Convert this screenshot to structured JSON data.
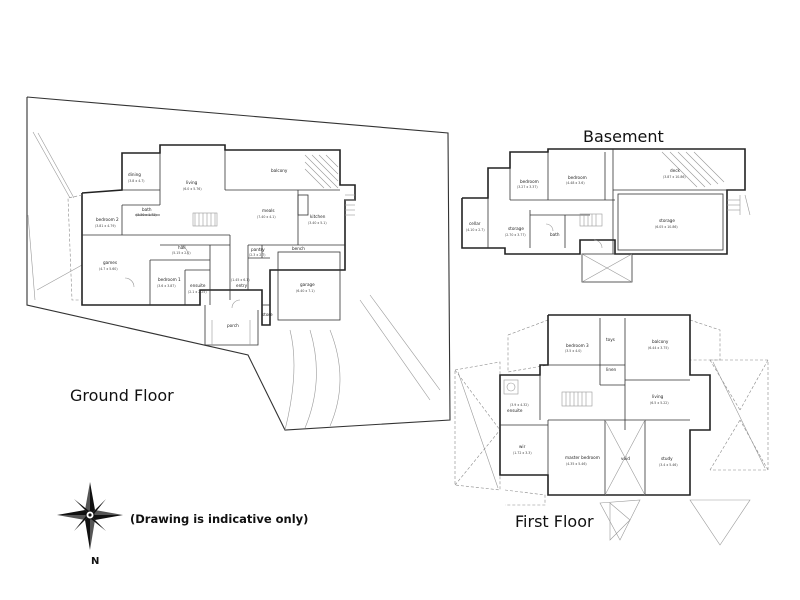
{
  "labels": {
    "basement": "Basement",
    "ground_floor": "Ground Floor",
    "first_floor": "First Floor",
    "disclaimer": "(Drawing is indicative only)",
    "north": "N"
  },
  "ground": {
    "dining": {
      "name": "dining",
      "dim": "(3.8 x 4.7)"
    },
    "living": {
      "name": "living",
      "dim": "(6.0 x 5.76)"
    },
    "balcony": {
      "name": "balcony",
      "dim": ""
    },
    "meals": {
      "name": "meals",
      "dim": "(7.40 x 4.1)"
    },
    "kitchen": {
      "name": "kitchen",
      "dim": "(3.40 x 5.1)"
    },
    "bedroom2": {
      "name": "bedroom 2",
      "dim": "(3.81 x 4.79)"
    },
    "bath": {
      "name": "bath",
      "dim": "(3.30 x 1.72)"
    },
    "games": {
      "name": "games",
      "dim": "(4.7 x 5.60)"
    },
    "bedroom1": {
      "name": "bedroom 1",
      "dim": "(3.6 x 3.87)"
    },
    "ensuite": {
      "name": "ensuite",
      "dim": "(2.1 x 2.25)"
    },
    "hall": {
      "name": "hall",
      "dim": "(5.15 x 2.0)"
    },
    "entry": {
      "name": "entry",
      "dim": "(1.45 x 6.1)"
    },
    "pantry": {
      "name": "pantry",
      "dim": "(2.3 x 2.7)"
    },
    "garage": {
      "name": "garage",
      "dim": "(6.40 x 7.1)"
    },
    "bench": {
      "name": "bench",
      "dim": ""
    },
    "porch": {
      "name": "porch",
      "dim": ""
    },
    "store": {
      "name": "store",
      "dim": ""
    }
  },
  "basement": {
    "bedroom_a": {
      "name": "bedroom",
      "dim": "(3.27 x 3.37)"
    },
    "bedroom_b": {
      "name": "bedroom",
      "dim": "(4.48 x 3.6)"
    },
    "deck": {
      "name": "deck",
      "dim": "(3.87 x 10.86)"
    },
    "storage_a": {
      "name": "storage",
      "dim": "(2.70 x 3.77)"
    },
    "storage_b": {
      "name": "storage",
      "dim": "(6.05 x 10.86)"
    },
    "bath": {
      "name": "bath",
      "dim": ""
    },
    "cellar": {
      "name": "cellar",
      "dim": "(4.10 x 2.7)"
    }
  },
  "first": {
    "bedroom3": {
      "name": "bedroom 3",
      "dim": "(3.5 x 4.0)"
    },
    "toys": {
      "name": "toys",
      "dim": ""
    },
    "balcony": {
      "name": "balcony",
      "dim": "(6.44 x 3.75)"
    },
    "linen": {
      "name": "linen",
      "dim": ""
    },
    "ensuite": {
      "name": "ensuite",
      "dim": "(3.9 x 4.32)"
    },
    "living": {
      "name": "living",
      "dim": "(6.5 x 5.22)"
    },
    "wir": {
      "name": "wir",
      "dim": "(1.72 x 3.3)"
    },
    "master": {
      "name": "master bedroom",
      "dim": "(4.35 x 5.46)"
    },
    "void": {
      "name": "void",
      "dim": ""
    },
    "study": {
      "name": "study",
      "dim": "(3.4 x 5.46)"
    }
  }
}
